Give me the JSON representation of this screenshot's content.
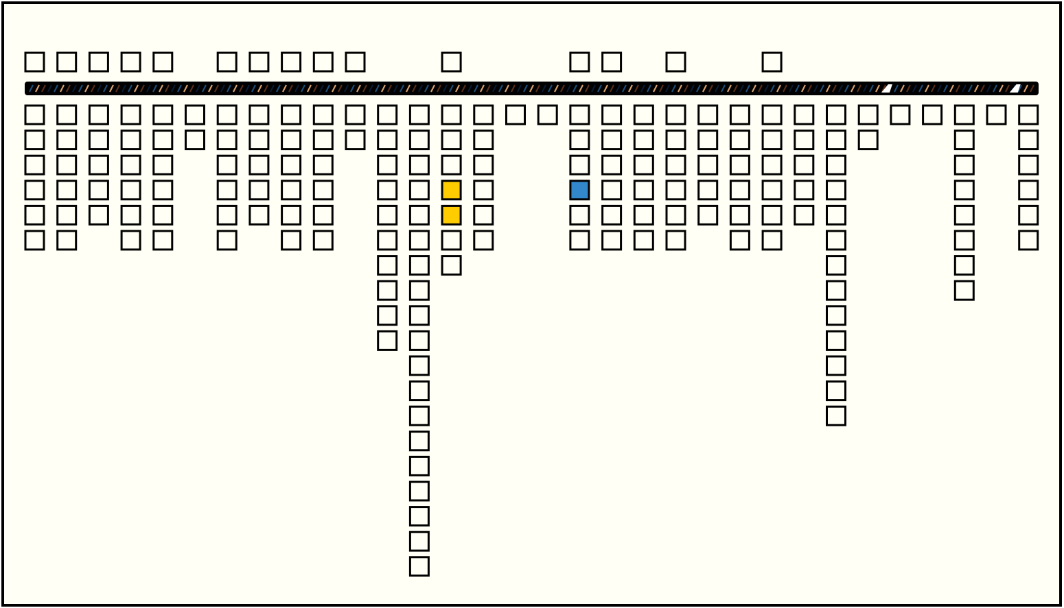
{
  "colors": {
    "background": "#FFFFF5",
    "border": "#000000",
    "box_fill": "#FFFFF5",
    "box_stroke": "#000000",
    "highlight_yellow": "#FFCC00",
    "highlight_blue": "#3388CC",
    "bar_fill": "#000000",
    "bar_stripes": [
      "#1F4E79",
      "#D8A070",
      "#5A2E1A",
      "#0A1A33"
    ],
    "bar_gap": "#FFFFFF"
  },
  "diagram": {
    "columns": 32,
    "top_row_columns": [
      0,
      1,
      2,
      3,
      4,
      6,
      7,
      8,
      9,
      10,
      13,
      17,
      18,
      20,
      23
    ],
    "bar_gaps": [
      27,
      31
    ],
    "stacks": [
      {
        "column": 0,
        "count": 6
      },
      {
        "column": 1,
        "count": 6
      },
      {
        "column": 2,
        "count": 5
      },
      {
        "column": 3,
        "count": 6
      },
      {
        "column": 4,
        "count": 6
      },
      {
        "column": 5,
        "count": 2
      },
      {
        "column": 6,
        "count": 6
      },
      {
        "column": 7,
        "count": 5
      },
      {
        "column": 8,
        "count": 6
      },
      {
        "column": 9,
        "count": 6
      },
      {
        "column": 10,
        "count": 2
      },
      {
        "column": 11,
        "count": 10
      },
      {
        "column": 12,
        "count": 19
      },
      {
        "column": 13,
        "count": 7,
        "highlights": [
          {
            "row": 3,
            "color": "yellow"
          },
          {
            "row": 4,
            "color": "yellow"
          }
        ]
      },
      {
        "column": 14,
        "count": 6
      },
      {
        "column": 15,
        "count": 1
      },
      {
        "column": 16,
        "count": 1
      },
      {
        "column": 17,
        "count": 6,
        "highlights": [
          {
            "row": 3,
            "color": "blue"
          }
        ]
      },
      {
        "column": 18,
        "count": 6
      },
      {
        "column": 19,
        "count": 6
      },
      {
        "column": 20,
        "count": 6
      },
      {
        "column": 21,
        "count": 5
      },
      {
        "column": 22,
        "count": 6
      },
      {
        "column": 23,
        "count": 6
      },
      {
        "column": 24,
        "count": 5
      },
      {
        "column": 25,
        "count": 13
      },
      {
        "column": 26,
        "count": 2
      },
      {
        "column": 27,
        "count": 1
      },
      {
        "column": 28,
        "count": 1
      },
      {
        "column": 29,
        "count": 8
      },
      {
        "column": 30,
        "count": 1
      },
      {
        "column": 31,
        "count": 6
      }
    ]
  }
}
